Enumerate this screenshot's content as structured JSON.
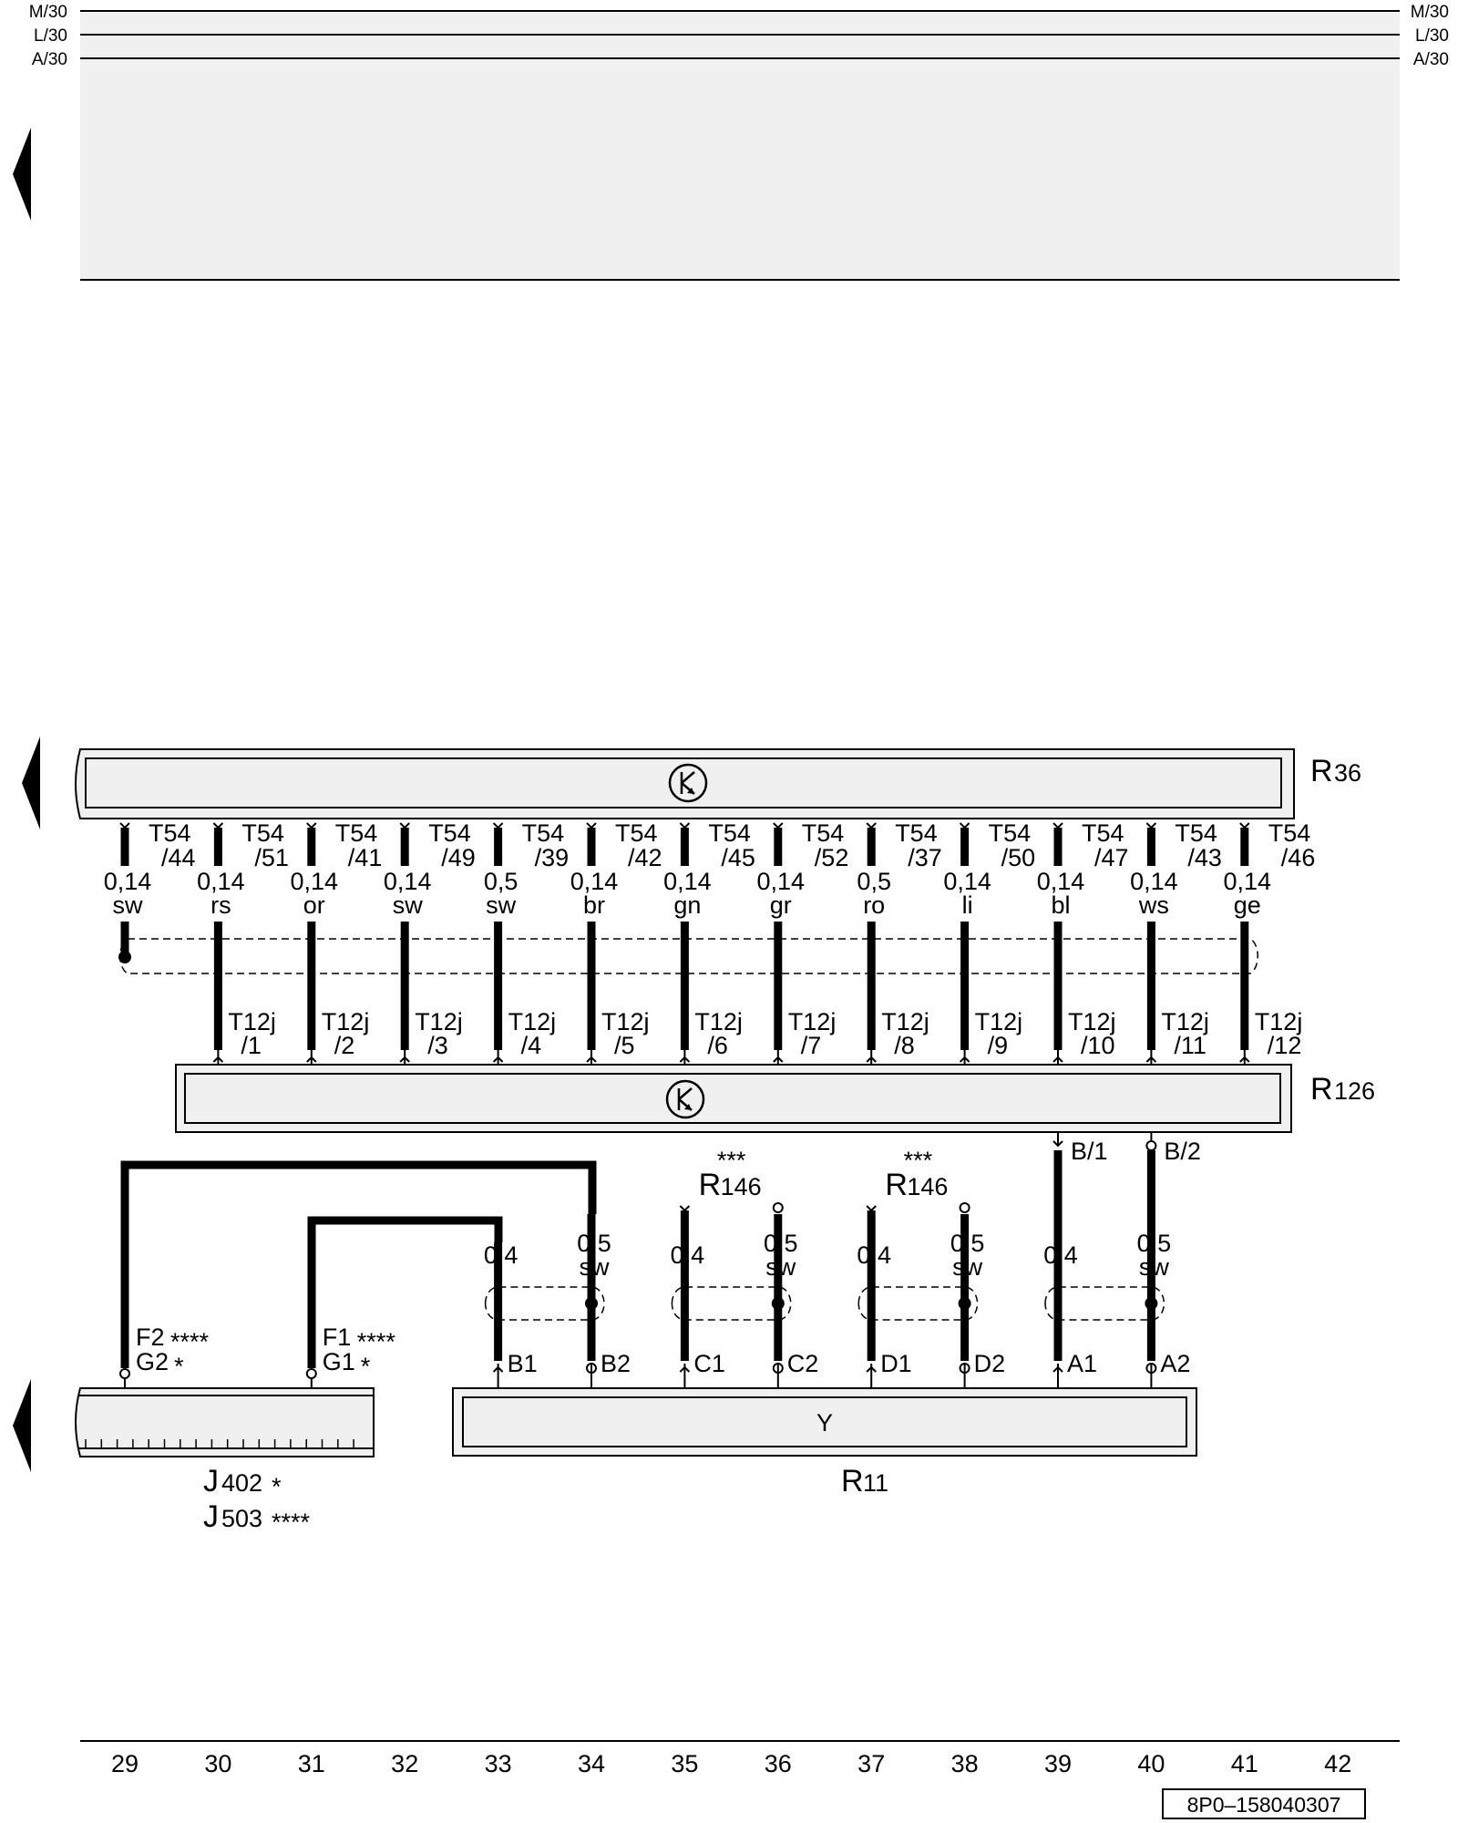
{
  "rails": [
    {
      "label": "M/30"
    },
    {
      "label": "L/30"
    },
    {
      "label": "A/30"
    }
  ],
  "components": {
    "R36": {
      "letter": "R",
      "sub": "36"
    },
    "R126": {
      "letter": "R",
      "sub": "126"
    },
    "R11": {
      "letter": "R",
      "sub": "11"
    },
    "J402": {
      "letter": "J",
      "sub": "402",
      "mark": "*"
    },
    "J503": {
      "letter": "J",
      "sub": "503",
      "mark": "****"
    },
    "Y_symbol": "Y"
  },
  "upper_wires": [
    {
      "col": 29,
      "t54": "T54",
      "pin": "/44",
      "gauge": "0,14",
      "color": "sw"
    },
    {
      "col": 30,
      "t54": "T54",
      "pin": "/51",
      "gauge": "0,14",
      "color": "rs",
      "t12": "T12j",
      "t12pin": "/1"
    },
    {
      "col": 31,
      "t54": "T54",
      "pin": "/41",
      "gauge": "0,14",
      "color": "or",
      "t12": "T12j",
      "t12pin": "/2"
    },
    {
      "col": 32,
      "t54": "T54",
      "pin": "/49",
      "gauge": "0,14",
      "color": "sw",
      "t12": "T12j",
      "t12pin": "/3"
    },
    {
      "col": 33,
      "t54": "T54",
      "pin": "/39",
      "gauge": "0,5",
      "color": "sw",
      "t12": "T12j",
      "t12pin": "/4"
    },
    {
      "col": 34,
      "t54": "T54",
      "pin": "/42",
      "gauge": "0,14",
      "color": "br",
      "t12": "T12j",
      "t12pin": "/5"
    },
    {
      "col": 35,
      "t54": "T54",
      "pin": "/45",
      "gauge": "0,14",
      "color": "gn",
      "t12": "T12j",
      "t12pin": "/6"
    },
    {
      "col": 36,
      "t54": "T54",
      "pin": "/52",
      "gauge": "0,14",
      "color": "gr",
      "t12": "T12j",
      "t12pin": "/7"
    },
    {
      "col": 37,
      "t54": "T54",
      "pin": "/37",
      "gauge": "0,5",
      "color": "ro",
      "t12": "T12j",
      "t12pin": "/8"
    },
    {
      "col": 38,
      "t54": "T54",
      "pin": "/50",
      "gauge": "0,14",
      "color": "li",
      "t12": "T12j",
      "t12pin": "/9"
    },
    {
      "col": 39,
      "t54": "T54",
      "pin": "/47",
      "gauge": "0,14",
      "color": "bl",
      "t12": "T12j",
      "t12pin": "/10"
    },
    {
      "col": 40,
      "t54": "T54",
      "pin": "/43",
      "gauge": "0,14",
      "color": "ws",
      "t12": "T12j",
      "t12pin": "/11"
    },
    {
      "col": 41,
      "t54": "T54",
      "pin": "/46",
      "gauge": "0,14",
      "color": "ge",
      "t12": "T12j",
      "t12pin": "/12"
    }
  ],
  "lower": {
    "r126_pins": [
      "B/1",
      "B/2"
    ],
    "r146_stars": "***",
    "r146": {
      "letter": "R",
      "sub": "146"
    },
    "wires": [
      {
        "col": 33,
        "gauge": "0,4",
        "pin": "B1"
      },
      {
        "col": 34,
        "gauge": "0,5",
        "color": "sw",
        "pin": "B2"
      },
      {
        "col": 35,
        "gauge": "0,4",
        "pin": "C1"
      },
      {
        "col": 36,
        "gauge": "0,5",
        "color": "sw",
        "pin": "C2"
      },
      {
        "col": 37,
        "gauge": "0,4",
        "pin": "D1"
      },
      {
        "col": 38,
        "gauge": "0,5",
        "color": "sw",
        "pin": "D2"
      },
      {
        "col": 39,
        "gauge": "0,4",
        "pin": "A1"
      },
      {
        "col": 40,
        "gauge": "0,5",
        "color": "sw",
        "pin": "A2"
      }
    ],
    "j_pins": [
      {
        "col": 29,
        "top": "F2",
        "top_mark": "****",
        "bottom": "G2",
        "bottom_mark": "*"
      },
      {
        "col": 31,
        "top": "F1",
        "top_mark": "****",
        "bottom": "G1",
        "bottom_mark": "*"
      }
    ]
  },
  "columns": [
    "29",
    "30",
    "31",
    "32",
    "33",
    "34",
    "35",
    "36",
    "37",
    "38",
    "39",
    "40",
    "41",
    "42"
  ],
  "reference": "8P0–158040307"
}
